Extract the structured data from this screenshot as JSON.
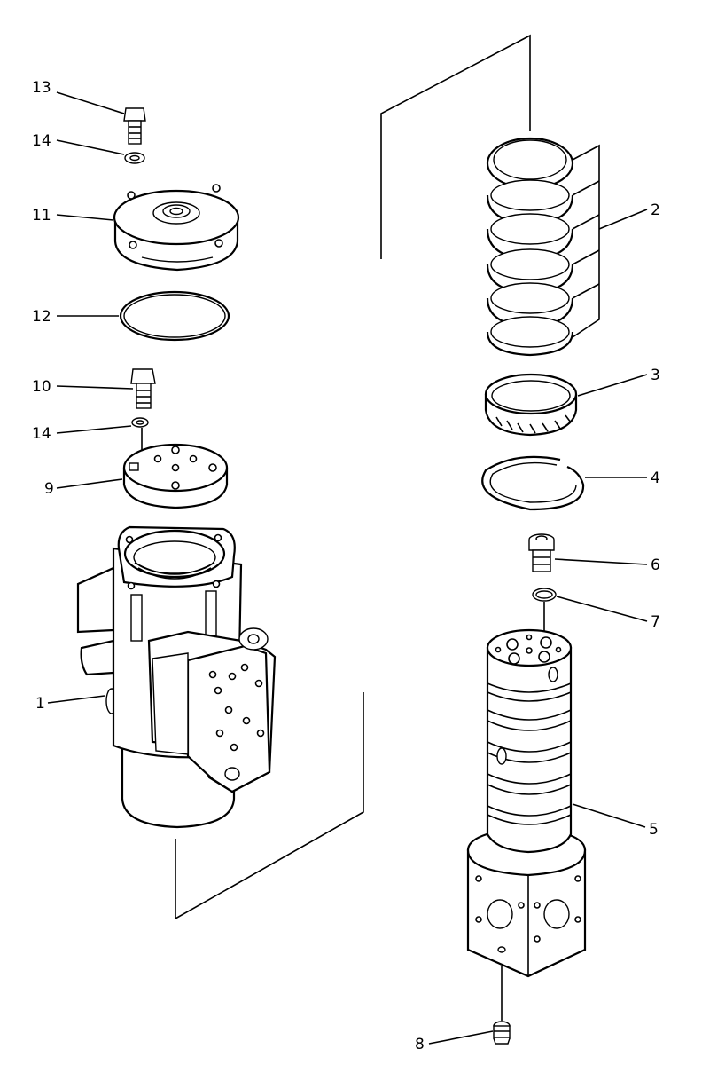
{
  "callouts": [
    {
      "id": "13",
      "text": "13"
    },
    {
      "id": "14a",
      "text": "14"
    },
    {
      "id": "11",
      "text": "11"
    },
    {
      "id": "12",
      "text": "12"
    },
    {
      "id": "10",
      "text": "10"
    },
    {
      "id": "14b",
      "text": "14"
    },
    {
      "id": "9",
      "text": "9"
    },
    {
      "id": "1",
      "text": "1"
    },
    {
      "id": "2",
      "text": "2"
    },
    {
      "id": "3",
      "text": "3"
    },
    {
      "id": "4",
      "text": "4"
    },
    {
      "id": "6",
      "text": "6"
    },
    {
      "id": "7",
      "text": "7"
    },
    {
      "id": "5",
      "text": "5"
    },
    {
      "id": "8",
      "text": "8"
    }
  ]
}
